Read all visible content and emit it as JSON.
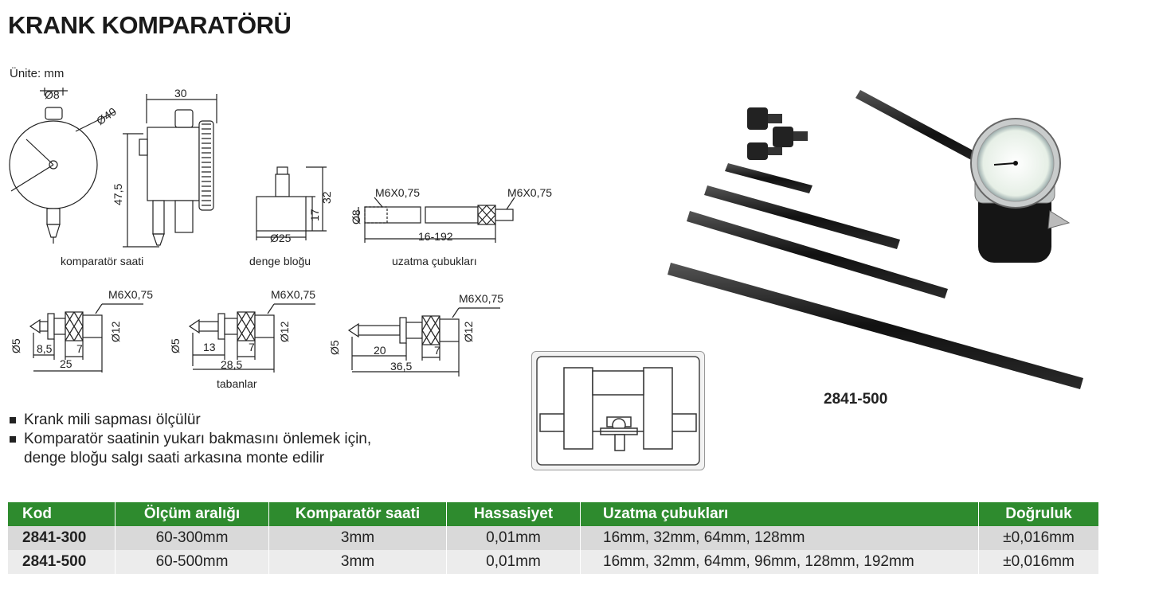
{
  "page_title": "KRANK KOMPARATÖRÜ",
  "unit_label": "Ünite: mm",
  "drawing_labels": {
    "dial_indicator": "komparatör saati",
    "balance_block": "denge bloğu",
    "extension_rods": "uzatma çubukları",
    "bases": "tabanlar",
    "product_code": "2841-500"
  },
  "dims": {
    "d8": "Ø8",
    "d40": "Ø40",
    "w30": "30",
    "h47_5": "47,5",
    "h32": "32",
    "h17": "17",
    "d25": "Ø25",
    "thread": "M6X0,75",
    "rod_d8": "Ø8",
    "rod_len": "16-192",
    "d5": "Ø5",
    "d12": "Ø12",
    "b1_a": "8,5",
    "b1_b": "7",
    "b1_total": "25",
    "b2_a": "13",
    "b2_b": "7",
    "b2_total": "28,5",
    "b3_a": "20",
    "b3_b": "7",
    "b3_total": "36,5"
  },
  "features": [
    "Krank mili sapması ölçülür",
    "Komparatör saatinin yukarı bakmasını önlemek için,",
    "denge bloğu salgı saati arkasına monte edilir"
  ],
  "table": {
    "headers": [
      "Kod",
      "Ölçüm aralığı",
      "Komparatör saati",
      "Hassasiyet",
      "Uzatma çubukları",
      "Doğruluk"
    ],
    "rows": [
      [
        "2841-300",
        "60-300mm",
        "3mm",
        "0,01mm",
        "16mm, 32mm, 64mm, 128mm",
        "±0,016mm"
      ],
      [
        "2841-500",
        "60-500mm",
        "3mm",
        "0,01mm",
        "16mm, 32mm, 64mm, 96mm, 128mm, 192mm",
        "±0,016mm"
      ]
    ]
  },
  "colors": {
    "header_green": "#2e8b2e",
    "row1_bg": "#d9d9d9",
    "row2_bg": "#ececec"
  }
}
